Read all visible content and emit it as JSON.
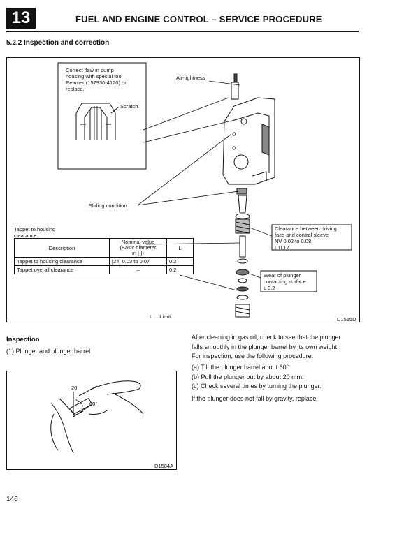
{
  "header": {
    "chapter_number": "13",
    "title": "FUEL AND ENGINE CONTROL – SERVICE PROCEDURE"
  },
  "section": {
    "title": "5.2.2 Inspection and correction"
  },
  "figure1": {
    "note_reamer": [
      "Correct flaw in pump",
      "housing with special tool",
      "Reamer (157930-4120) or",
      "replace."
    ],
    "label_scratch": "Scratch",
    "label_air_tightness": "Air-tightness",
    "label_sliding": "Sliding condition",
    "label_tappet_housing": [
      "Tappet to housing",
      "clearance"
    ],
    "table": {
      "headers": {
        "description": "Description",
        "nominal": [
          "Nominal value",
          "(Basic diameter",
          "in [ ])"
        ],
        "limit": "L"
      },
      "rows": [
        {
          "description": "Tappet to housing clearance",
          "nominal": "[24] 0.03 to 0.07",
          "limit": "0.2"
        },
        {
          "description": "Tappet overall clearance",
          "nominal": "–",
          "limit": "0.2"
        }
      ]
    },
    "callout_clearance": [
      "Clearance between driving",
      "face and control sleeve",
      "NV 0.02 to 0.08",
      "L   0.12"
    ],
    "callout_wear": [
      "Wear of plunger",
      "contacting surface",
      "L   0.2"
    ],
    "legend_limit": "L ... Limit",
    "figure_id": "D1555D"
  },
  "inspection": {
    "heading": "Inspection",
    "subheading": "(1) Plunger and plunger barrel",
    "photo_label_20": "20",
    "photo_label_60": "60°",
    "photo_id": "D1584A",
    "paragraph": [
      "After cleaning in gas oil, check to see that the plunger",
      "falls smoothly in the plunger barrel by its own weight.",
      "For inspection, use the following procedure."
    ],
    "steps": [
      "(a) Tilt the plunger barrel about 60°",
      "(b) Pull the plunger out by about 20 mm.",
      "(c) Check several times by turning the plunger."
    ],
    "closing": "If the plunger does not fall by gravity, replace."
  },
  "footer": {
    "page_number": "146"
  }
}
